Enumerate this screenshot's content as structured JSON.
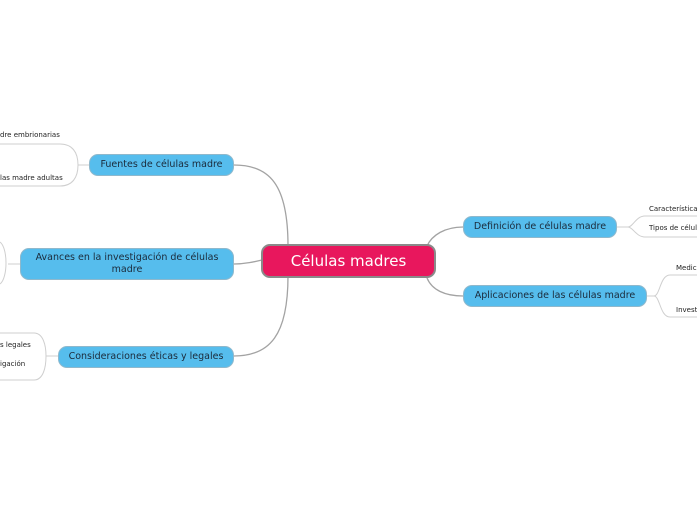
{
  "central": {
    "label": "Células madres"
  },
  "branches": {
    "fuentes": {
      "label": "Fuentes de células madre",
      "leaves": [
        "dre embrionarias",
        "las madre adultas"
      ]
    },
    "avances": {
      "label": "Avances en la investigación de células madre"
    },
    "consideraciones": {
      "label": "Consideraciones éticas y legales",
      "leaves": [
        "s legales",
        "igación"
      ]
    },
    "definicion": {
      "label": "Definición de células madre",
      "leaves": [
        "Característica",
        "Tipos de célul"
      ]
    },
    "aplicaciones": {
      "label": "Aplicaciones de las células madre",
      "leaves": [
        "Medici",
        "Invest"
      ]
    }
  },
  "colors": {
    "central_fill": "#e8175d",
    "main_fill": "#56bded",
    "connector": "#a3a3a3",
    "leaf_connector": "#cfcfcf"
  }
}
